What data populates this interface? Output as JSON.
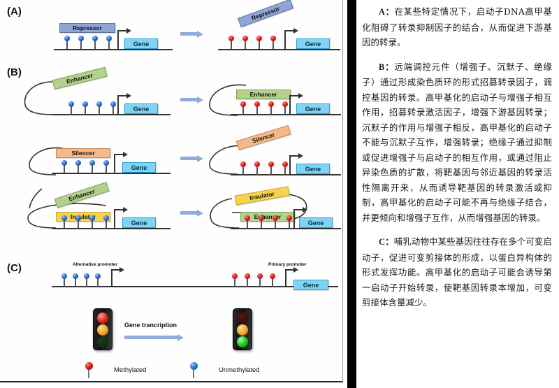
{
  "figure": {
    "panels": [
      {
        "letter": "(A)"
      },
      {
        "letter": "(B)"
      },
      {
        "letter": "(C)"
      }
    ],
    "labels": {
      "repressor": "Repressor",
      "enhancer": "Enhancer",
      "silencer": "Silencer",
      "insulator": "Insulator",
      "gene": "Gene",
      "alternative_promoter": "Alternative promoter",
      "primary_promoter": "Primary promoter",
      "gene_transcription": "Gene trancription"
    },
    "legend": {
      "methylated": "Methylated",
      "unmethylated": "Unmethylated"
    },
    "colors": {
      "repressor": "#8ea5d6",
      "enhancer": "#b2d18c",
      "silencer": "#f3b98a",
      "insulator": "#f5d34f",
      "gene": "#7fd4f5",
      "methylated": "#d41414",
      "unmethylated": "#2f72d6",
      "arrow": "#8fadd8",
      "dna": "#333333"
    },
    "panelA": {
      "left": {
        "lollipops": [
          "unmethylated",
          "unmethylated",
          "unmethylated",
          "unmethylated"
        ],
        "protein": "Repressor",
        "bound": true
      },
      "right": {
        "lollipops": [
          "methylated",
          "methylated",
          "methylated",
          "methylated"
        ],
        "protein": "Repressor",
        "bound": false
      }
    },
    "panelB": {
      "rows": [
        {
          "element": "Enhancer",
          "left": {
            "lollipops": [
              "unmethylated",
              "unmethylated",
              "unmethylated",
              "unmethylated"
            ],
            "bound": false
          },
          "right": {
            "lollipops": [
              "methylated",
              "methylated",
              "methylated",
              "methylated"
            ],
            "bound": true
          }
        },
        {
          "element": "Silencer",
          "left": {
            "lollipops": [
              "unmethylated",
              "unmethylated",
              "unmethylated",
              "unmethylated"
            ],
            "bound": true
          },
          "right": {
            "lollipops": [
              "methylated",
              "methylated",
              "methylated",
              "methylated"
            ],
            "bound": false
          }
        },
        {
          "element": "Insulator + Enhancer",
          "left": {
            "lollipops": [
              "unmethylated",
              "unmethylated",
              "unmethylated",
              "unmethylated"
            ],
            "bound_element": "Insulator",
            "free_element": "Enhancer"
          },
          "right": {
            "lollipops": [
              "methylated",
              "methylated",
              "methylated",
              "methylated"
            ],
            "bound_element": "Enhancer",
            "free_element": "Insulator"
          }
        }
      ]
    },
    "panelC": {
      "alternative_promoter_lollipops": [
        "unmethylated",
        "unmethylated",
        "unmethylated",
        "unmethylated"
      ],
      "primary_promoter_lollipops": [
        "methylated",
        "methylated",
        "methylated",
        "methylated"
      ],
      "traffic_light_left": {
        "red": "on",
        "yellow": "on",
        "green": "off"
      },
      "traffic_light_right": {
        "red": "off",
        "yellow": "on",
        "green": "on"
      }
    }
  },
  "caption": {
    "paragraphs": [
      {
        "lead": "A：",
        "body": "在某些特定情况下，启动子DNA高甲基化阻碍了转录抑制因子的结合，从而促进下游基因的转录。"
      },
      {
        "lead": "B：",
        "body": "远端调控元件（增强子、沉默子、绝缘子）通过形成染色质环的形式招募转录因子，调控基因的转录。高甲基化的启动子与增强子相互作用，招募转录激活因子，增强下游基因转录；沉默子的作用与增强子相反，高甲基化的启动子不能与沉默子互作，增强转录；绝缘子通过抑制或促进增强子与启动子的相互作用，或通过阻止异染色质的扩散，将靶基因与邻近基因的转录活性隔离开来，从而诱导靶基因的转录激活或抑制，高甲基化的启动子可能不再与绝缘子结合，并更倾向和增强子互作，从而增强基因的转录。"
      },
      {
        "lead": "C：",
        "body": "哺乳动物中某些基因往往存在多个可变启动子，促进可变剪接体的形成，以蛋白异构体的形式发挥功能。高甲基化的启动子可能会诱导第一启动子开始转录，使靶基因转录本增加，可变剪接体含量减少。"
      }
    ]
  }
}
